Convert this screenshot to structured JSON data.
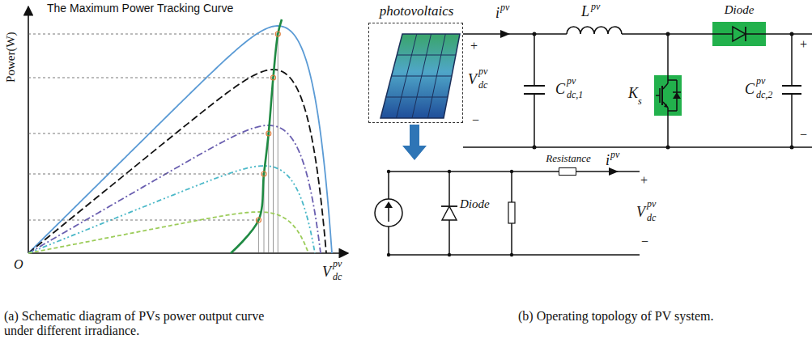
{
  "diagram": {
    "nodes": [
      {
        "text": [
          "photovoltaics"
        ]
      },
      {
        "text": [
          "Diode"
        ]
      },
      {
        "text": [
          "K",
          "s"
        ]
      },
      {
        "text": [
          "Resistance"
        ]
      }
    ],
    "labels": [
      "The Maximum Power Tracking Curve",
      "Power(W)",
      "O",
      "V",
      "pv",
      "dc",
      "(a) Schematic diagram of PVs power output curve under different irradiance.",
      "i",
      "pv",
      "L",
      "pv",
      "V",
      "pv",
      "dc",
      "+",
      "−",
      "C",
      "pv",
      "dc,1",
      "C",
      "pv",
      "dc,2",
      "+",
      "−",
      "Diode",
      "i",
      "pv",
      "+",
      "V",
      "pv",
      "dc",
      "−",
      "(b) Operating topology of PV system."
    ]
  }
}
